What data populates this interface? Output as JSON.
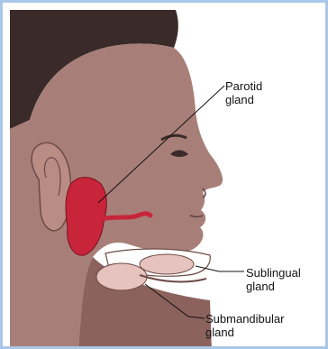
{
  "labels": {
    "parotid": "Parotid\ngland",
    "sublingual": "Sublingual\ngland",
    "submandibular": "Submandibular\ngland"
  },
  "colors": {
    "frame": "#a9c7e8",
    "skin": "#a87f78",
    "skin_shadow": "#8b625c",
    "hair": "#3a2a2a",
    "gland_red": "#c8253a",
    "gland_pink": "#e7c3bf",
    "line": "#111111"
  }
}
